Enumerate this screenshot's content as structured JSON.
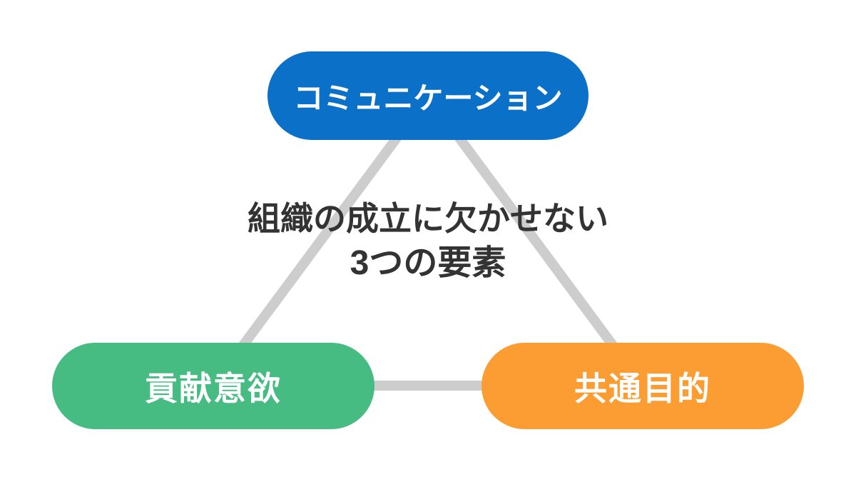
{
  "title": {
    "line1": "組織の成立に欠かせない",
    "line2": "3つの要素"
  },
  "nodes": {
    "top": {
      "label": "コミュニケーション",
      "color": "#0a70c8"
    },
    "bottom_left": {
      "label": "貢献意欲",
      "color": "#46bc83"
    },
    "bottom_right": {
      "label": "共通目的",
      "color": "#fb9d33"
    }
  },
  "colors": {
    "background": "#ffffff",
    "connector": "#cdcdcd",
    "title_text": "#333333",
    "node_text": "#ffffff"
  }
}
